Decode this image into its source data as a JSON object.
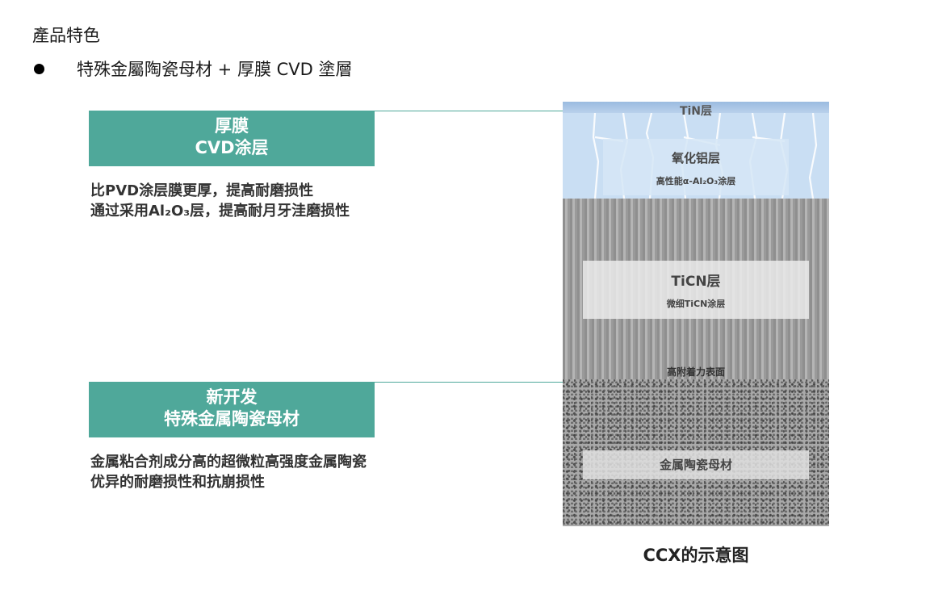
{
  "heading": "產品特色",
  "bullet": {
    "text": "特殊金屬陶瓷母材 + 厚膜 CVD 塗層"
  },
  "figure": {
    "box_top": {
      "line1": "厚膜",
      "line2": "CVD涂层"
    },
    "desc_top": {
      "line1": "比PVD涂层膜更厚，提高耐磨损性",
      "line2": "通过采用Al₂O₃层，提高耐月牙洼磨损性"
    },
    "box_bottom": {
      "line1": "新开发",
      "line2": "特殊金属陶瓷母材"
    },
    "desc_bottom": {
      "line1": "金属粘合剂成分高的超微粒高强度金属陶瓷",
      "line2": "优异的耐磨损性和抗崩损性"
    },
    "layers": {
      "tin": "TiN层",
      "alumina": "氧化铝层",
      "alumina_sub": "高性能α-Al₂O₃涂层",
      "ticn": "TiCN层",
      "ticn_sub": "微细TiCN涂层",
      "adhesion": "高附着力表面",
      "cermet": "金属陶瓷母材"
    },
    "caption": "CCX的示意图"
  },
  "colors": {
    "teal": "#4fa89a",
    "tin_blue": "#9bbbe0",
    "alumina_blue": "#c9def3",
    "ticn_gray": "#9a9a9a",
    "cermet_gray": "#a9a9a9"
  }
}
